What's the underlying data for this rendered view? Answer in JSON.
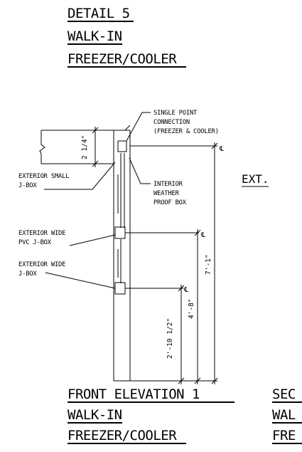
{
  "header": {
    "line1": "DETAIL 5",
    "line2": "WALK-IN",
    "line3": "FREEZER/COOLER"
  },
  "labels": {
    "single_point": [
      "SINGLE POINT",
      "CONNECTION",
      "(FREEZER & COOLER)"
    ],
    "exterior_small": [
      "EXTERIOR SMALL",
      "J-BOX"
    ],
    "interior_box": [
      "INTERIOR",
      "WEATHER",
      "PROOF BOX"
    ],
    "exterior_wide_pvc": [
      "EXTERIOR WIDE",
      "PVC J-BOX"
    ],
    "exterior_wide": [
      "EXTERIOR WIDE",
      "J-BOX"
    ]
  },
  "dimensions": {
    "top": "2 1/4\"",
    "high": "7'-1\"",
    "mid": "4'-8\"",
    "low": "2'-10 1/2\"",
    "centerline_symbol": "℄"
  },
  "ext_label": "EXT.",
  "footer_left": {
    "line1": "FRONT ELEVATION 1",
    "line2": "WALK-IN",
    "line3": "FREEZER/COOLER"
  },
  "footer_right": {
    "line1": "SEC",
    "line2": "WAL",
    "line3": "FRE"
  }
}
